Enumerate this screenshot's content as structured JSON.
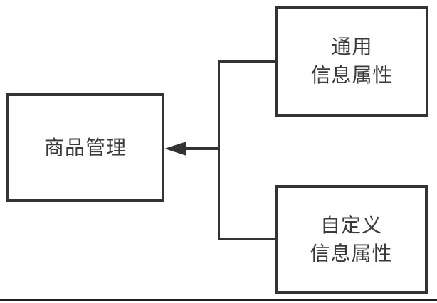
{
  "diagram": {
    "title": "product-management-attributes-diagram",
    "nodes": {
      "product_management": {
        "label": "商品管理"
      },
      "general_info": {
        "line1": "通用",
        "line2": "信息属性"
      },
      "custom_info": {
        "line1": "自定义",
        "line2": "信息属性"
      }
    },
    "edges": [
      {
        "from": "general_info",
        "to": "product_management",
        "style": "elbow"
      },
      {
        "from": "custom_info",
        "to": "product_management",
        "style": "elbow"
      },
      {
        "merge_arrow": "points-left-into-product_management"
      }
    ],
    "colors": {
      "stroke": "#333333",
      "text": "#3a3a3a",
      "background": "#ffffff",
      "bottom_rule": "#1f1f1f"
    }
  }
}
